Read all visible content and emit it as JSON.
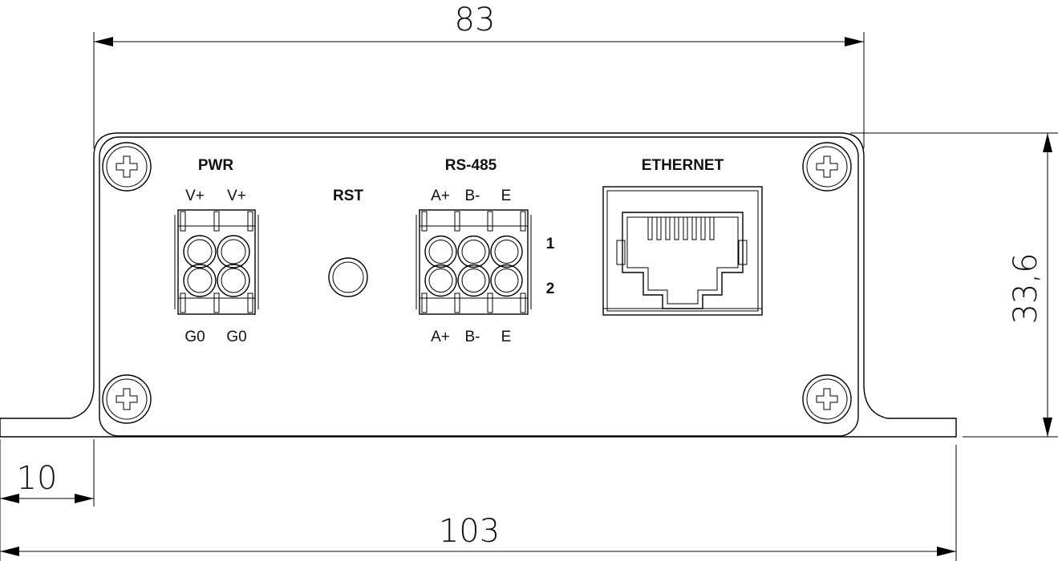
{
  "dimensions": {
    "width_top": "83",
    "height_right": "33,6",
    "ear_offset": "10",
    "width_total": "103"
  },
  "panel": {
    "pwr": {
      "title": "PWR",
      "top_labels": [
        "V+",
        "V+"
      ],
      "bottom_labels": [
        "G0",
        "G0"
      ]
    },
    "rst": {
      "title": "RST"
    },
    "rs485": {
      "title": "RS-485",
      "top_labels": [
        "A+",
        "B-",
        "E"
      ],
      "bottom_labels": [
        "A+",
        "B-",
        "E"
      ],
      "row_labels": [
        "1",
        "2"
      ]
    },
    "ethernet": {
      "title": "ETHERNET"
    }
  },
  "icons": [
    "screw-icon",
    "arrow-icon"
  ]
}
